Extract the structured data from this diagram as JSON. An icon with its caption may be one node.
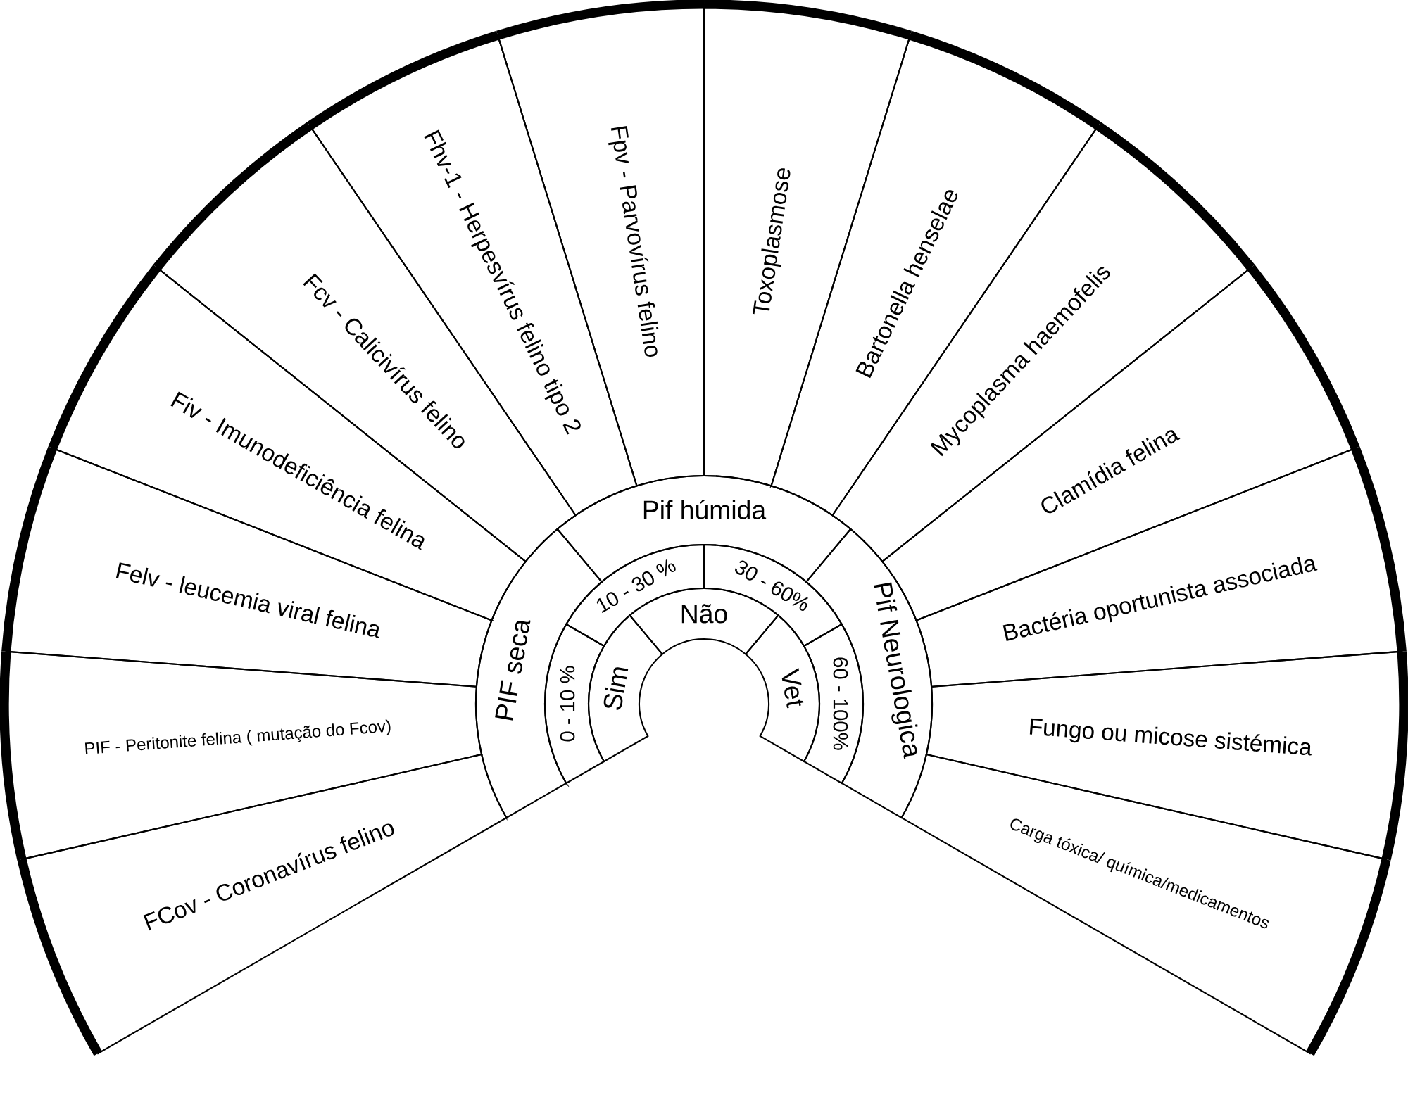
{
  "diagram": {
    "nodes": [
      {
        "text": [
          "FCov - Coronavírus felino"
        ]
      },
      {
        "text": [
          "PIF - Peritonite felina ( mutação do Fcov)"
        ]
      },
      {
        "text": [
          "Felv - leucemia viral felina"
        ]
      },
      {
        "text": [
          "Fiv - Imunodeficiência felina"
        ]
      },
      {
        "text": [
          "Fcv - Calicivírus felino"
        ]
      },
      {
        "text": [
          "Fhv-1 - Herpesvírus felino tipo 2"
        ]
      },
      {
        "text": [
          "Fpv - Parvovírus felino"
        ]
      },
      {
        "text": [
          "Toxoplasmose"
        ]
      },
      {
        "text": [
          "Bartonella henselae"
        ]
      },
      {
        "text": [
          "Mycoplasma haemofelis"
        ]
      },
      {
        "text": [
          "Clamídia felina"
        ]
      },
      {
        "text": [
          "Bactéria oportunista associada"
        ]
      },
      {
        "text": [
          "Fungo ou micose sistémica"
        ]
      },
      {
        "text": [
          "Carga tóxica/ química/medicamentos"
        ]
      },
      {
        "text": [
          "PIF seca"
        ]
      },
      {
        "text": [
          "Pif húmida"
        ]
      },
      {
        "text": [
          "Pif Neurologica"
        ]
      },
      {
        "text": [
          "0 - 10 %"
        ]
      },
      {
        "text": [
          "10 - 30 %"
        ]
      },
      {
        "text": [
          "30 - 60%"
        ]
      },
      {
        "text": [
          "60 - 100%"
        ]
      },
      {
        "text": [
          "Sim"
        ]
      },
      {
        "text": [
          "Não"
        ]
      },
      {
        "text": [
          "Vet"
        ]
      }
    ]
  }
}
